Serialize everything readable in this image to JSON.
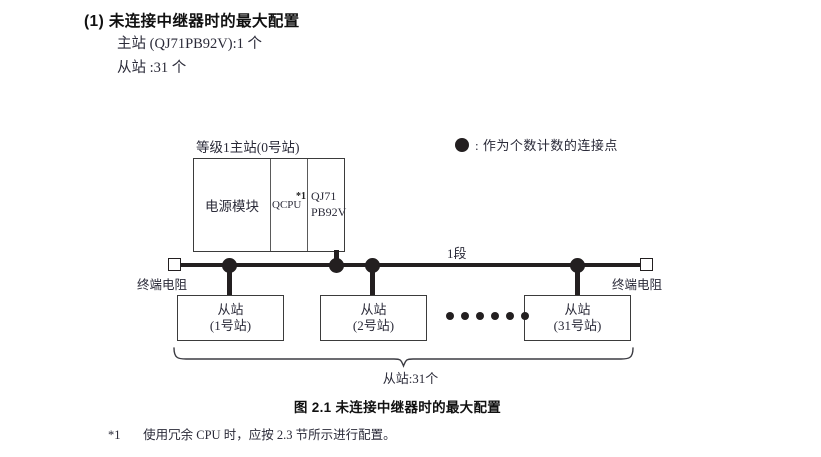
{
  "heading": {
    "number_and_title": "(1) 未连接中继器时的最大配置",
    "lines": [
      "主站 (QJ71PB92V):1 个",
      "从站 :31 个"
    ]
  },
  "diagram": {
    "master_rack": {
      "label": "等级1主站(0号站)",
      "cells": [
        {
          "name": "power-module",
          "text": "电源模块"
        },
        {
          "name": "cpu-module",
          "text": "QCPU",
          "footnote_mark": "*1"
        },
        {
          "name": "profibus-module",
          "line1": "QJ71",
          "line2": "PB92V"
        }
      ]
    },
    "segment_label": "1段",
    "terminal_resistor_left": "终端电阻",
    "terminal_resistor_right": "终端电阻",
    "slaves": [
      {
        "title": "从站",
        "station": "(1号站)"
      },
      {
        "title": "从站",
        "station": "(2号站)"
      },
      {
        "title": "从站",
        "station": "(31号站)"
      }
    ],
    "ellipsis_dot_count": 6,
    "brace_total_label": "从站:31个",
    "legend": {
      "marker": "●",
      "text": ": 作为个数计数的连接点"
    }
  },
  "figure_caption": "图 2.1  未连接中继器时的最大配置",
  "footnote": {
    "mark": "*1",
    "text": "使用冗余 CPU 时，应按 2.3 节所示进行配置。"
  },
  "colors": {
    "ink": "#231f20",
    "text": "#2a2a38",
    "heading": "#111111",
    "box_border": "#3b3b3b",
    "background": "#ffffff"
  }
}
